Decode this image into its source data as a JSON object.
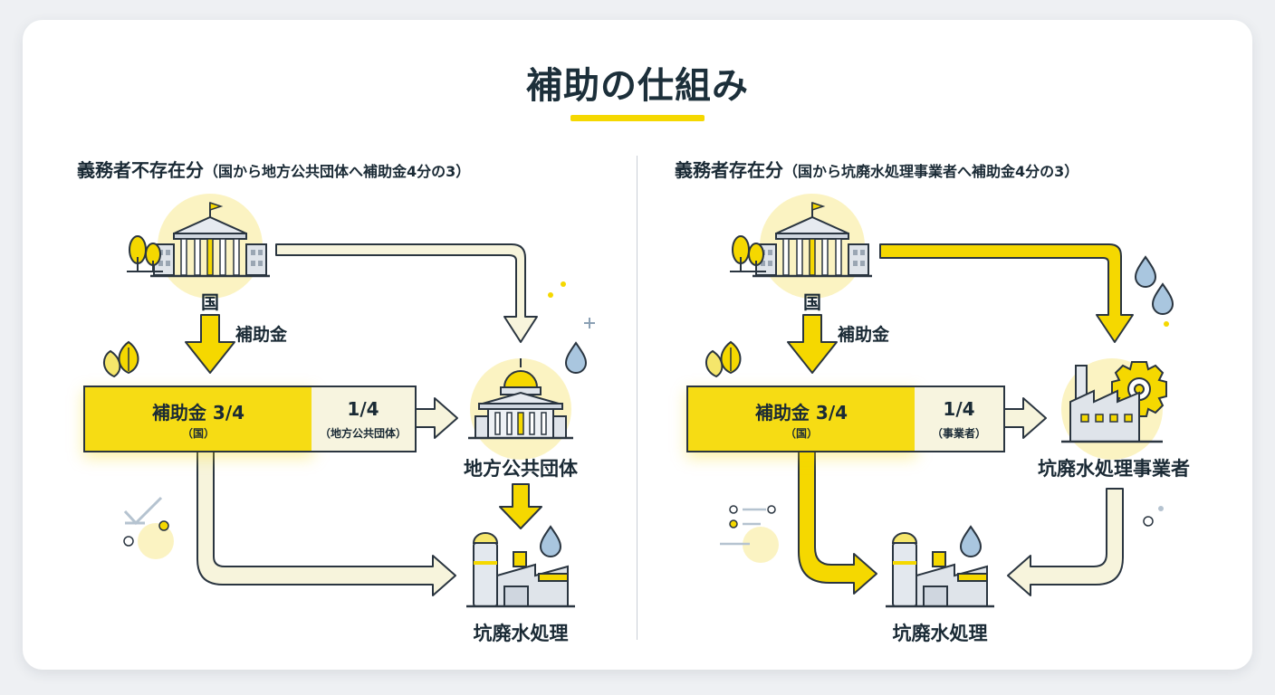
{
  "title": "補助の仕組み",
  "colors": {
    "accent": "#f5d800",
    "pale_flow": "#f7f4dc",
    "outline": "#2a3540",
    "text": "#1a2a35"
  },
  "left": {
    "heading": "義務者不存在分",
    "heading_note": "（国から地方公共団体へ補助金4分の3）",
    "state_label": "国",
    "subsidy_label": "補助金",
    "share_main": "補助金 3/4",
    "share_main_sub": "（国）",
    "share_rest": "1/4",
    "share_rest_sub": "（地方公共団体）",
    "recipient_label": "地方公共団体",
    "treatment_label": "坑廃水処理"
  },
  "right": {
    "heading": "義務者存在分",
    "heading_note": "（国から坑廃水処理事業者へ補助金4分の3）",
    "state_label": "国",
    "subsidy_label": "補助金",
    "share_main": "補助金 3/4",
    "share_main_sub": "（国）",
    "share_rest": "1/4",
    "share_rest_sub": "（事業者）",
    "recipient_label": "坑廃水処理事業者",
    "treatment_label": "坑廃水処理"
  },
  "icons": [
    "government-building-icon",
    "tree-icon",
    "leaf-icon",
    "domed-building-icon",
    "water-drop-icon",
    "treatment-plant-icon",
    "factory-gear-icon",
    "checkmark-icon",
    "plus-icon"
  ]
}
